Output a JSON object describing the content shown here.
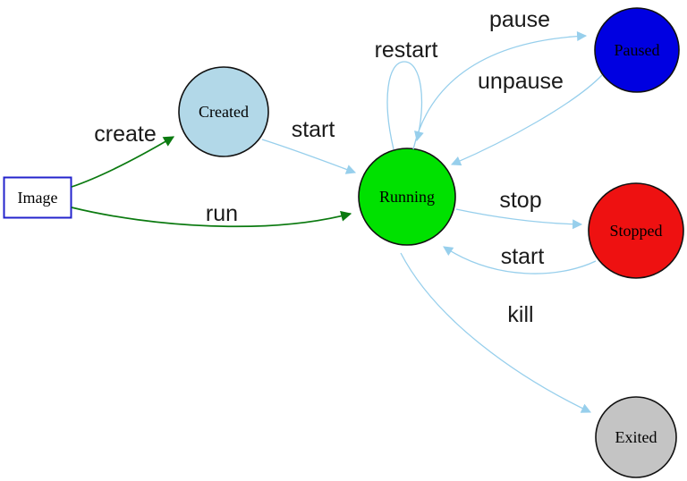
{
  "diagram": {
    "description": "Container lifecycle state diagram",
    "background": "#ffffff",
    "colors": {
      "edge_light": "#97cfec",
      "edge_dark": "#0b7a10",
      "node_border": "#111111",
      "label_text": "#1a1a1a"
    },
    "nodes": {
      "image": {
        "label": "Image",
        "shape": "box",
        "fill": "#ffffff",
        "border": "#2323cc"
      },
      "created": {
        "label": "Created",
        "shape": "circle",
        "fill": "#b2d8e8",
        "border": "#111111"
      },
      "running": {
        "label": "Running",
        "shape": "circle",
        "fill": "#00e100",
        "border": "#111111"
      },
      "paused": {
        "label": "Paused",
        "shape": "circle",
        "fill": "#0000e1",
        "border": "#111111"
      },
      "stopped": {
        "label": "Stopped",
        "shape": "circle",
        "fill": "#ee1111",
        "border": "#111111"
      },
      "exited": {
        "label": "Exited",
        "shape": "circle",
        "fill": "#c4c4c4",
        "border": "#111111"
      }
    },
    "edges": {
      "create": {
        "label": "create",
        "from": "image",
        "to": "created",
        "color": "#0b7a10"
      },
      "run": {
        "label": "run",
        "from": "image",
        "to": "running",
        "color": "#0b7a10"
      },
      "start_created": {
        "label": "start",
        "from": "created",
        "to": "running",
        "color": "#97cfec"
      },
      "restart": {
        "label": "restart",
        "from": "running",
        "to": "running",
        "color": "#97cfec"
      },
      "pause": {
        "label": "pause",
        "from": "running",
        "to": "paused",
        "color": "#97cfec"
      },
      "unpause": {
        "label": "unpause",
        "from": "paused",
        "to": "running",
        "color": "#97cfec"
      },
      "stop": {
        "label": "stop",
        "from": "running",
        "to": "stopped",
        "color": "#97cfec"
      },
      "start_stopped": {
        "label": "start",
        "from": "stopped",
        "to": "running",
        "color": "#97cfec"
      },
      "kill": {
        "label": "kill",
        "from": "running",
        "to": "exited",
        "color": "#97cfec"
      }
    }
  }
}
